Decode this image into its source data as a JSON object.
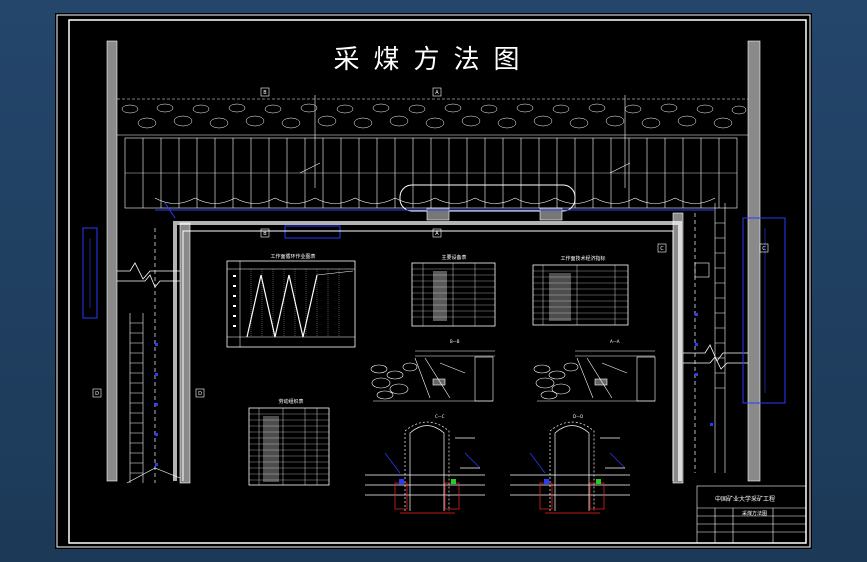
{
  "drawing": {
    "title": "采煤方法图",
    "section_markers": {
      "b_top": "B",
      "a_top": "A",
      "b_bottom": "B",
      "a_bottom": "A",
      "c_left": "C",
      "c_right": "C",
      "d_left": "D",
      "d_right": "D"
    },
    "table_titles": {
      "cycle_chart": "工作面循环作业图表",
      "equipment": "主要设备表",
      "tech_econ": "工作面技术经济指标",
      "labor": "劳动组织表"
    },
    "section_labels": {
      "view_a": "A—A",
      "view_b": "B—B",
      "view_c": "C—C",
      "view_d": "D—D"
    },
    "title_block": {
      "school": "中国矿业大学采矿工程",
      "drawing_name": "采煤方法图"
    }
  },
  "colors": {
    "background": "#1e3b5c",
    "sheet": "#000000",
    "line": "#ffffff",
    "blue": "#2a3bff",
    "red": "#ff2020",
    "green": "#20d020"
  }
}
